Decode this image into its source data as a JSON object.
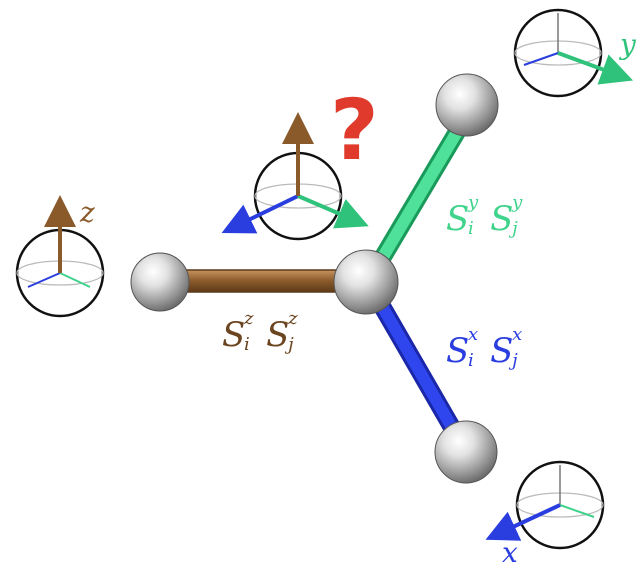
{
  "colors": {
    "z_bond": "#8a5a2b",
    "y_bond": "#3fd38c",
    "x_bond": "#2a3ee0",
    "question": "#e03a2c",
    "axis_z": "#8a5a2b",
    "axis_y": "#2fc27a",
    "axis_x": "#2a3ee0"
  },
  "bonds": {
    "z": {
      "S": "S",
      "i": "i",
      "j": "j",
      "comp": "z"
    },
    "y": {
      "S": "S",
      "i": "i",
      "j": "j",
      "comp": "y"
    },
    "x": {
      "S": "S",
      "i": "i",
      "j": "j",
      "comp": "x"
    }
  },
  "axis_labels": {
    "z": "z",
    "y": "y",
    "x": "x"
  },
  "question_mark": "?"
}
